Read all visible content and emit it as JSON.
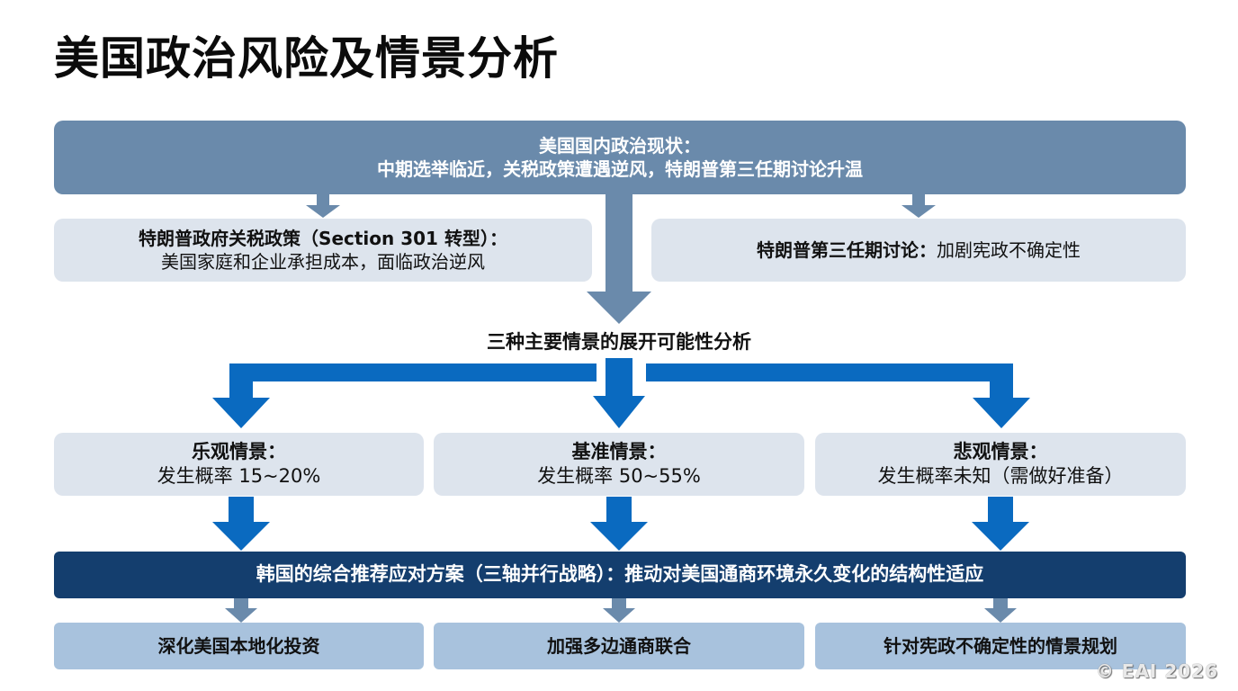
{
  "title": "美国政治风险及情景分析",
  "top": {
    "line1": "美国国内政治现状：",
    "line2": "中期选举临近，关税政策遭遇逆风，特朗普第三任期讨论升温"
  },
  "left_box": {
    "title": "特朗普政府关税政策（Section 301 转型）：",
    "body": "美国家庭和企业承担成本，面临政治逆风"
  },
  "right_box": {
    "title": "特朗普第三任期讨论：",
    "body": "加剧宪政不确定性"
  },
  "analysis_heading": "三种主要情景的展开可能性分析",
  "scenarios": [
    {
      "title": "乐观情景：",
      "prob": "发生概率 15~20%"
    },
    {
      "title": "基准情景：",
      "prob": "发生概率 50~55%"
    },
    {
      "title": "悲观情景：",
      "prob": "发生概率未知（需做好准备）"
    }
  ],
  "strategy": "韩国的综合推荐应对方案（三轴并行战略）：推动对美国通商环境永久变化的结构性适应",
  "actions": [
    "深化美国本地化投资",
    "加强多边通商联合",
    "针对宪政不确定性的情景规划"
  ],
  "footer": "© EAI 2026",
  "colors": {
    "top_box": "#6a8aab",
    "light_box": "#dde4ed",
    "navy": "#143e6e",
    "bottom_box": "#a8c2dd",
    "blue_arrow": "#0a6ac0",
    "gray_arrow": "#6a8aab"
  }
}
